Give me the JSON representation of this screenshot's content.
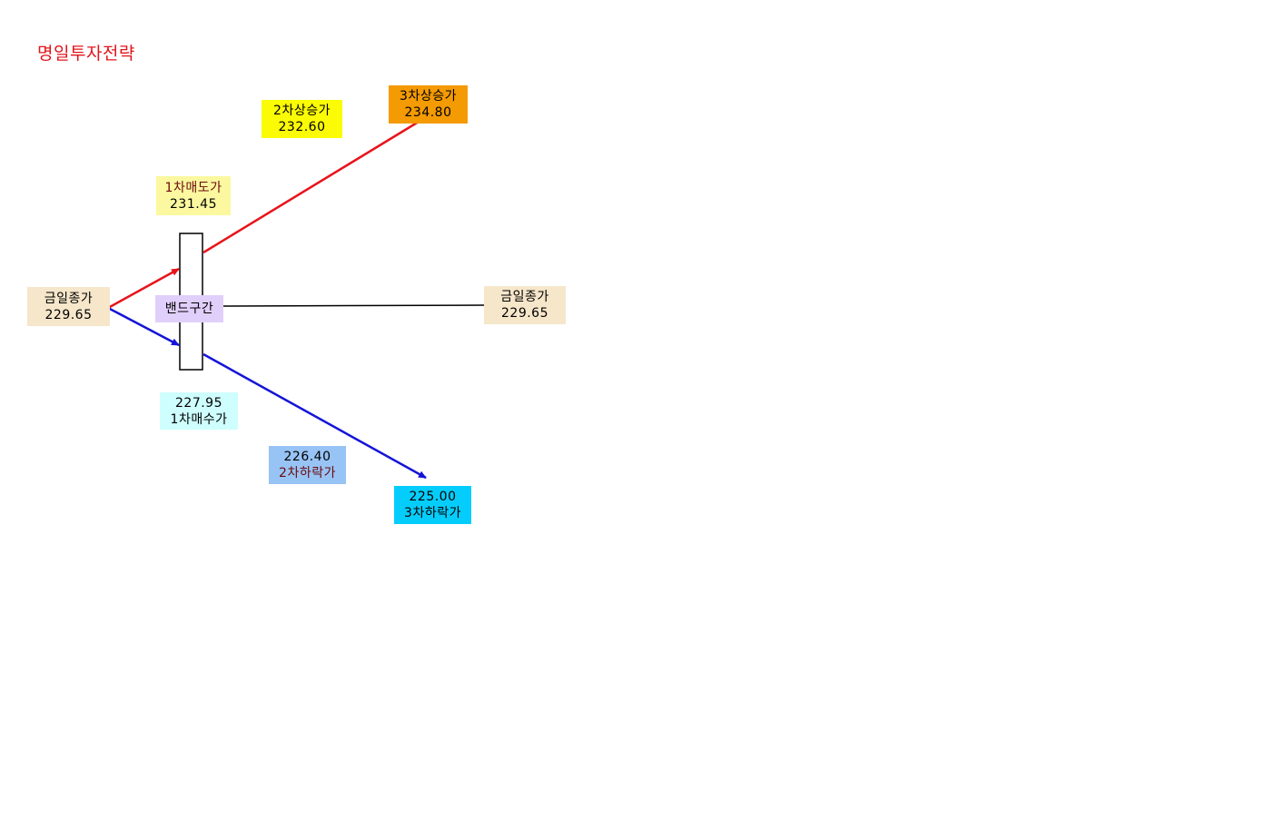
{
  "title": "명일투자전략",
  "nodes": {
    "today_close_left": {
      "label": "금일종가",
      "value": "229.65"
    },
    "today_close_right": {
      "label": "금일종가",
      "value": "229.65"
    },
    "first_sell": {
      "label": "1차매도가",
      "value": "231.45"
    },
    "second_rise": {
      "label": "2차상승가",
      "value": "232.60"
    },
    "third_rise": {
      "label": "3차상승가",
      "value": "234.80"
    },
    "band": {
      "label": "밴드구간"
    },
    "first_buy": {
      "value": "227.95",
      "label": "1차매수가"
    },
    "second_fall": {
      "value": "226.40",
      "label": "2차하락가"
    },
    "third_fall": {
      "value": "225.00",
      "label": "3차하락가"
    }
  },
  "colors": {
    "title": "#e0141b",
    "up_arrow": "#e8141b",
    "down_arrow": "#1414d8",
    "neutral_line": "#000000",
    "close_box": "#f6e6ca",
    "first_sell_box": "#fbf8a0",
    "second_rise_box": "#fbfb05",
    "third_rise_box": "#f49a02",
    "band_box": "#e0cffa",
    "first_buy_box": "#cefefe",
    "second_fall_box": "#98c3f5",
    "third_fall_box": "#05cdfb"
  }
}
